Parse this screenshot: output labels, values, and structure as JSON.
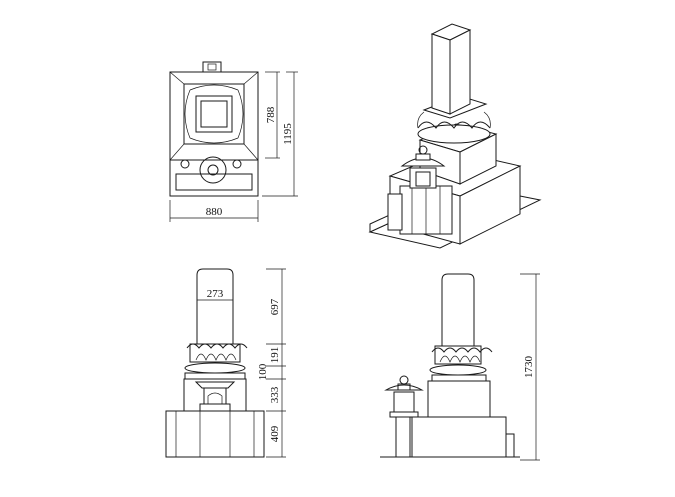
{
  "dimensions": {
    "plan_width": "880",
    "plan_depth_upper": "788",
    "plan_depth_total": "1195",
    "pillar_width": "273",
    "pillar_height": "697",
    "lotus_height": "191",
    "plinth_height": "100",
    "middle_base_height": "333",
    "bottom_base_height": "409",
    "total_height": "1730"
  },
  "colors": {
    "line": "#1a1a1a",
    "background": "#ffffff"
  }
}
